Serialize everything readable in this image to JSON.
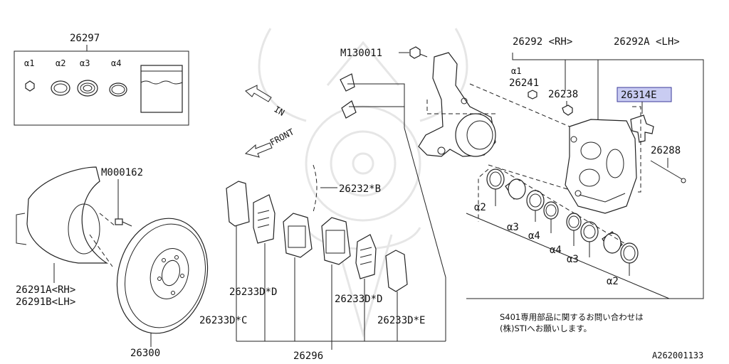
{
  "kit": {
    "number": "26297",
    "items": [
      "α1",
      "α2",
      "α3",
      "α4"
    ]
  },
  "labels": {
    "m130011": "M130011",
    "rh": "26292 <RH>",
    "lh": "26292A <LH>",
    "a1_top": "α1",
    "p26241": "26241",
    "p26238": "26238",
    "p26314e": "26314E",
    "p26288": "26288",
    "m000162": "M000162",
    "p26232b": "26232*B",
    "p26291a": "26291A<RH>",
    "p26291b": "26291B<LH>",
    "p26233d_d_left": "26233D*D",
    "p26233d_c": "26233D*C",
    "p26233d_d_right": "26233D*D",
    "p26233d_e": "26233D*E",
    "p26296": "26296",
    "p26300": "26300",
    "seal_a2_left": "α2",
    "seal_a3_left": "α3",
    "seal_a4_left": "α4",
    "seal_a4_right": "α4",
    "seal_a3_right": "α3",
    "seal_a2_right": "α2",
    "arrow_in": "IN",
    "arrow_front": "FRONT",
    "figure_code": "A262001133"
  },
  "note": {
    "line1": "S401専用部品に関するお問い合わせは",
    "line2": "(株)STIへお願いします。"
  },
  "colors": {
    "highlight": "#c9ccf2",
    "line": "#222222"
  }
}
